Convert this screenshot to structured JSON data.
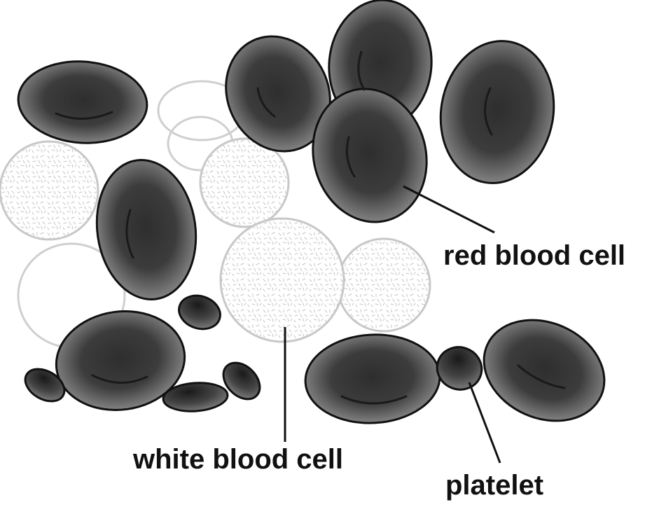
{
  "labels": {
    "red_blood_cell": "red blood cell",
    "white_blood_cell": "white blood cell",
    "platelet": "platelet"
  },
  "colors": {
    "rbc_dark": "#3a3a3a",
    "rbc_light": "#8a8a8a",
    "outline": "#111111",
    "wbc_outline": "#c8c8c8",
    "wbc_speckle": "#bdbdbd",
    "background": "#ffffff"
  }
}
